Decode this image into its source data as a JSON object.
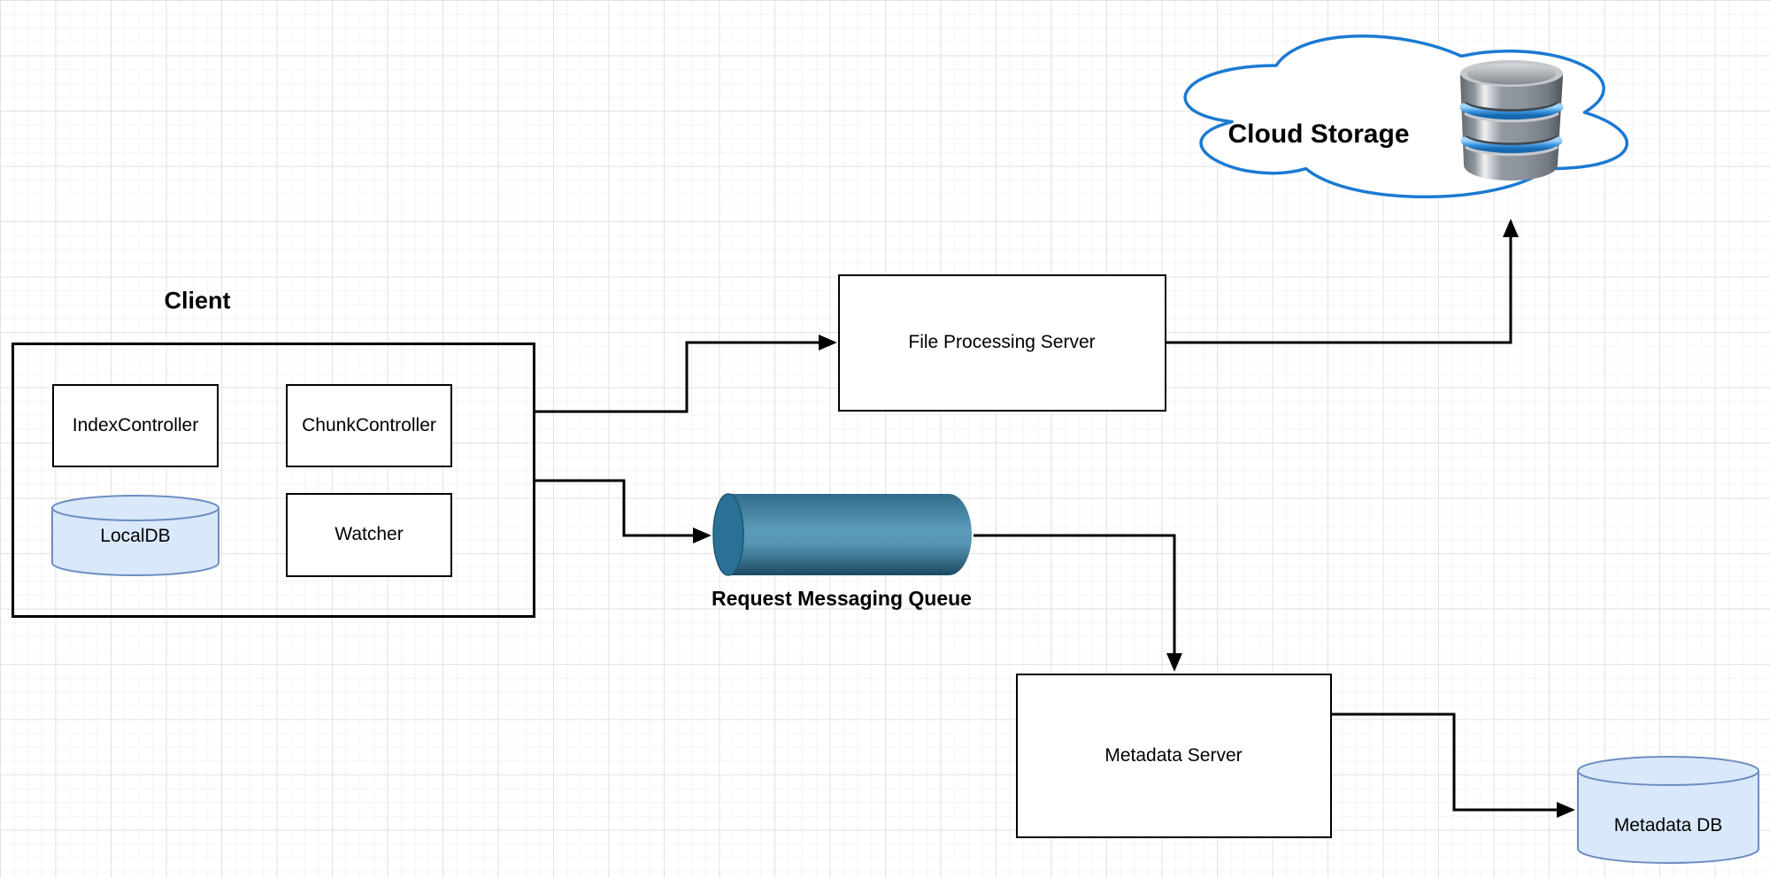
{
  "diagram": {
    "nodes": {
      "client": {
        "label": "Client"
      },
      "index_controller": {
        "label": "IndexController"
      },
      "chunk_controller": {
        "label": "ChunkController"
      },
      "local_db": {
        "label": "LocalDB"
      },
      "watcher": {
        "label": "Watcher"
      },
      "file_processing_server": {
        "label": "File Processing Server"
      },
      "cloud_storage": {
        "label": "Cloud Storage"
      },
      "request_queue": {
        "label": "Request Messaging Queue"
      },
      "metadata_server": {
        "label": "Metadata Server"
      },
      "metadata_db": {
        "label": "Metadata DB"
      }
    },
    "edges": [
      {
        "from": "client",
        "to": "file_processing_server"
      },
      {
        "from": "client",
        "to": "request_queue"
      },
      {
        "from": "file_processing_server",
        "to": "cloud_storage"
      },
      {
        "from": "request_queue",
        "to": "metadata_server"
      },
      {
        "from": "metadata_server",
        "to": "metadata_db"
      }
    ],
    "colors": {
      "cloud_stroke": "#1b7ad2",
      "db_cylinder_fill": "#dae8fc",
      "db_cylinder_stroke": "#6c8ebf",
      "queue_teal": "#3d7e9e",
      "arrow": "#000000",
      "box_stroke": "#000000",
      "box_fill": "#ffffff"
    }
  }
}
